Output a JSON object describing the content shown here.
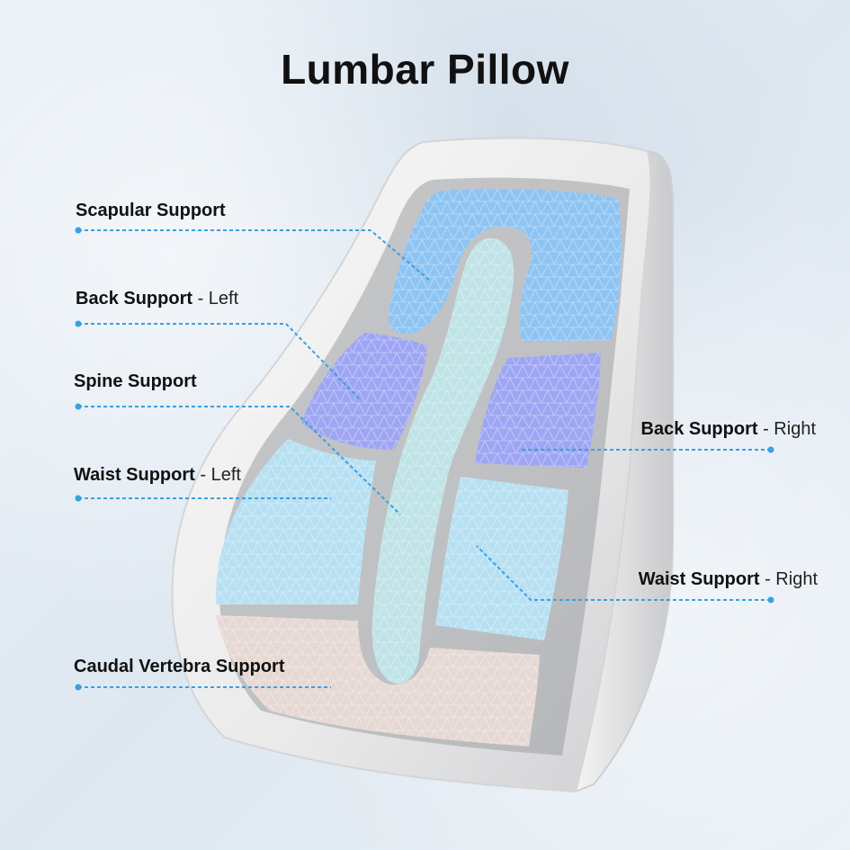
{
  "title": "Lumbar Pillow",
  "labels": {
    "scapular": {
      "main": "Scapular Support",
      "side": ""
    },
    "back_left": {
      "main": "Back Support",
      "side": " - Left"
    },
    "spine": {
      "main": "Spine Support",
      "side": ""
    },
    "waist_left": {
      "main": "Waist Support",
      "side": " - Left"
    },
    "caudal": {
      "main": "Caudal Vertebra Support",
      "side": ""
    },
    "back_right": {
      "main": "Back Support",
      "side": " - Right"
    },
    "waist_right": {
      "main": "Waist Support",
      "side": " - Right"
    }
  },
  "colors": {
    "leader_line": "#3aa0e0",
    "scapular_zone": "#8ec4f2",
    "back_zone": "#9ea6f3",
    "spine_zone": "#bfe3e6",
    "waist_zone": "#b7e0f2",
    "caudal_zone": "#e6d8d3"
  }
}
